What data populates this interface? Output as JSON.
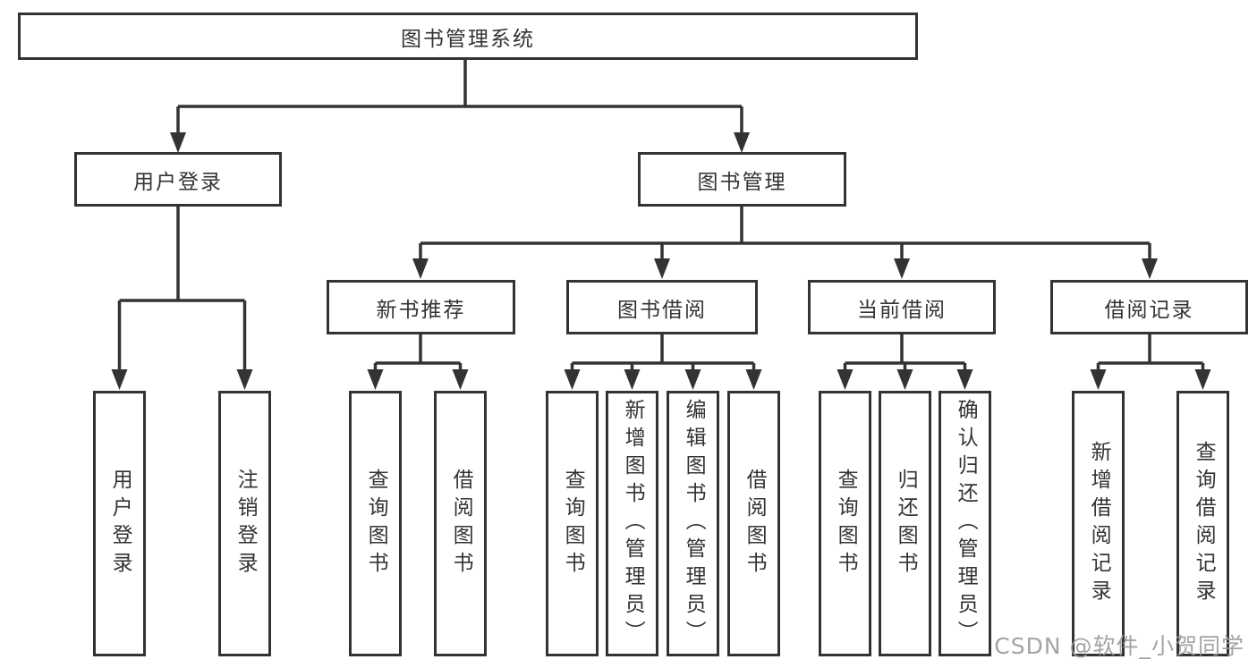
{
  "diagram": {
    "root": {
      "label": "图书管理系统"
    },
    "level2": {
      "login": {
        "label": "用户登录"
      },
      "manage": {
        "label": "图书管理"
      }
    },
    "level3": {
      "newbook": {
        "label": "新书推荐"
      },
      "borrow": {
        "label": "图书借阅"
      },
      "current": {
        "label": "当前借阅"
      },
      "records": {
        "label": "借阅记录"
      }
    },
    "leaves": {
      "login": [
        "用户登录",
        "注销登录"
      ],
      "newbook": [
        "查询图书",
        "借阅图书"
      ],
      "borrow": [
        "查询图书",
        "新增图书（管理员）",
        "编辑图书（管理员）",
        "借阅图书"
      ],
      "current": [
        "查询图书",
        "归还图书",
        "确认归还（管理员）"
      ],
      "records": [
        "新增借阅记录",
        "查询借阅记录"
      ]
    }
  },
  "watermark": {
    "text": "CSDN @软件_小贺同学"
  },
  "colors": {
    "line": "#333333",
    "box_border": "#333333",
    "box_background": "#ffffff",
    "text": "#333333",
    "watermark": "#9b9b9b",
    "page_background": "#ffffff"
  }
}
